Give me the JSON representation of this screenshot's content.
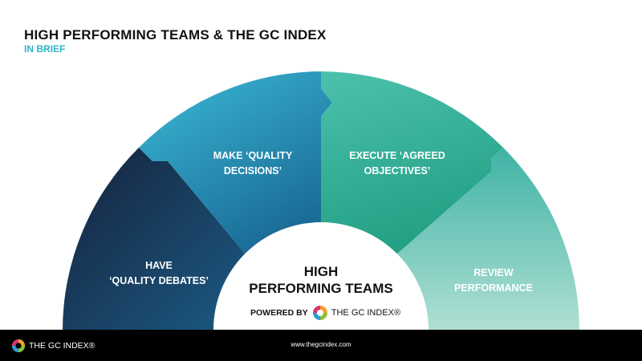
{
  "header": {
    "title": "HIGH PERFORMING TEAMS & THE GC INDEX",
    "subtitle": "IN BRIEF"
  },
  "diagram": {
    "segments": [
      {
        "label": "HAVE\n‘QUALITY DEBATES’",
        "color_from": "#16223d",
        "color_to": "#1b5a82"
      },
      {
        "label": "MAKE ‘QUALITY\nDECISIONS’",
        "color_from": "#3bbbd6",
        "color_to": "#1a6a96"
      },
      {
        "label": "EXECUTE ‘AGREED\nOBJECTIVES’",
        "color_from": "#4cc1ad",
        "color_to": "#23a084"
      },
      {
        "label": "REVIEW\nPERFORMANCE",
        "color_from": "#3fb3a5",
        "color_to": "#b0dfd4"
      }
    ],
    "center": {
      "title": "HIGH\nPERFORMING TEAMS",
      "powered_by": "POWERED BY",
      "brand": "THE GC INDEX®"
    }
  },
  "footer": {
    "brand": "THE GC INDEX®",
    "url": "www.thegcindex.com"
  },
  "icons": [
    "gc-index-logo-icon"
  ]
}
